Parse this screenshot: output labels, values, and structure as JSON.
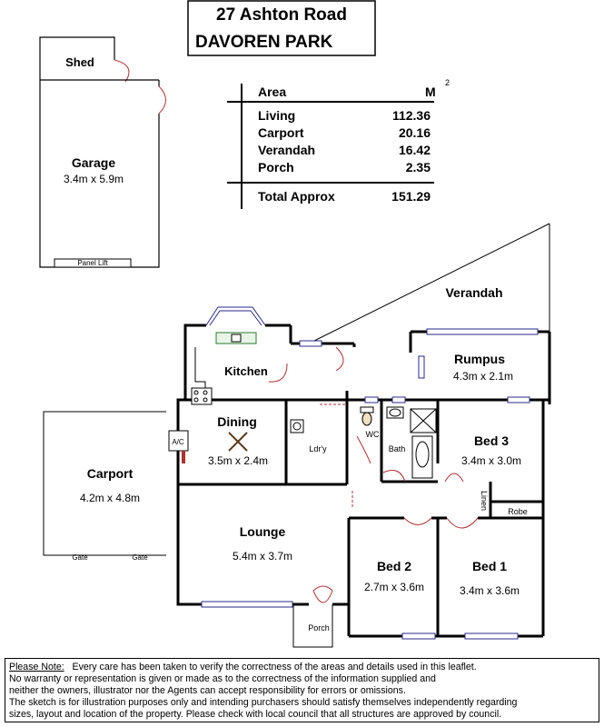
{
  "title": {
    "line1": "27 Ashton Road",
    "line2": "DAVOREN PARK"
  },
  "area_table": {
    "header_label": "Area",
    "header_unit": "M",
    "header_sup": "2",
    "rows": [
      {
        "label": "Living",
        "value": "112.36"
      },
      {
        "label": "Carport",
        "value": "20.16"
      },
      {
        "label": "Verandah",
        "value": "16.42"
      },
      {
        "label": "Porch",
        "value": "2.35"
      }
    ],
    "total": {
      "label": "Total Approx",
      "value": "151.29"
    }
  },
  "rooms": {
    "shed": "Shed",
    "garage": {
      "name": "Garage",
      "dims": "3.4m x 5.9m"
    },
    "panel_lift": "Panel Lift",
    "verandah": "Verandah",
    "rumpus": {
      "name": "Rumpus",
      "dims": "4.3m x 2.1m"
    },
    "kitchen": "Kitchen",
    "dining": {
      "name": "Dining",
      "dims": "3.5m x 2.4m"
    },
    "ac": "A/C",
    "laundry": "Ldr'y",
    "wc": "WC",
    "bath": "Bath",
    "bed3": {
      "name": "Bed 3",
      "dims": "3.4m x 3.0m"
    },
    "linen": "Linen",
    "robe": "Robe",
    "carport": {
      "name": "Carport",
      "dims": "4.2m x 4.8m"
    },
    "gate1": "Gate",
    "gate2": "Gate",
    "lounge": {
      "name": "Lounge",
      "dims": "5.4m x 3.7m"
    },
    "bed2": {
      "name": "Bed 2",
      "dims": "2.7m x 3.6m"
    },
    "bed1": {
      "name": "Bed 1",
      "dims": "3.4m x 3.6m"
    },
    "porch": "Porch"
  },
  "colors": {
    "window": "#2a2a8a",
    "door_swing": "#b03030",
    "walls": "#000000"
  },
  "note": {
    "heading": "Please Note:",
    "line1": "Every care has been taken to verify the correctness of the areas and details used in this leaflet.",
    "line2": "No warranty or representation is given or made as to the correctness of the information supplied and",
    "line3": "neither the owners, illustrator nor the Agents can accept responsibility for errors or omissions.",
    "line4": "The sketch is for illustration purposes only and intending purchasers should satisfy themselves independently regarding",
    "line5": "sizes, layout and location of the property. Please check with local council that all structures are approved by council."
  }
}
